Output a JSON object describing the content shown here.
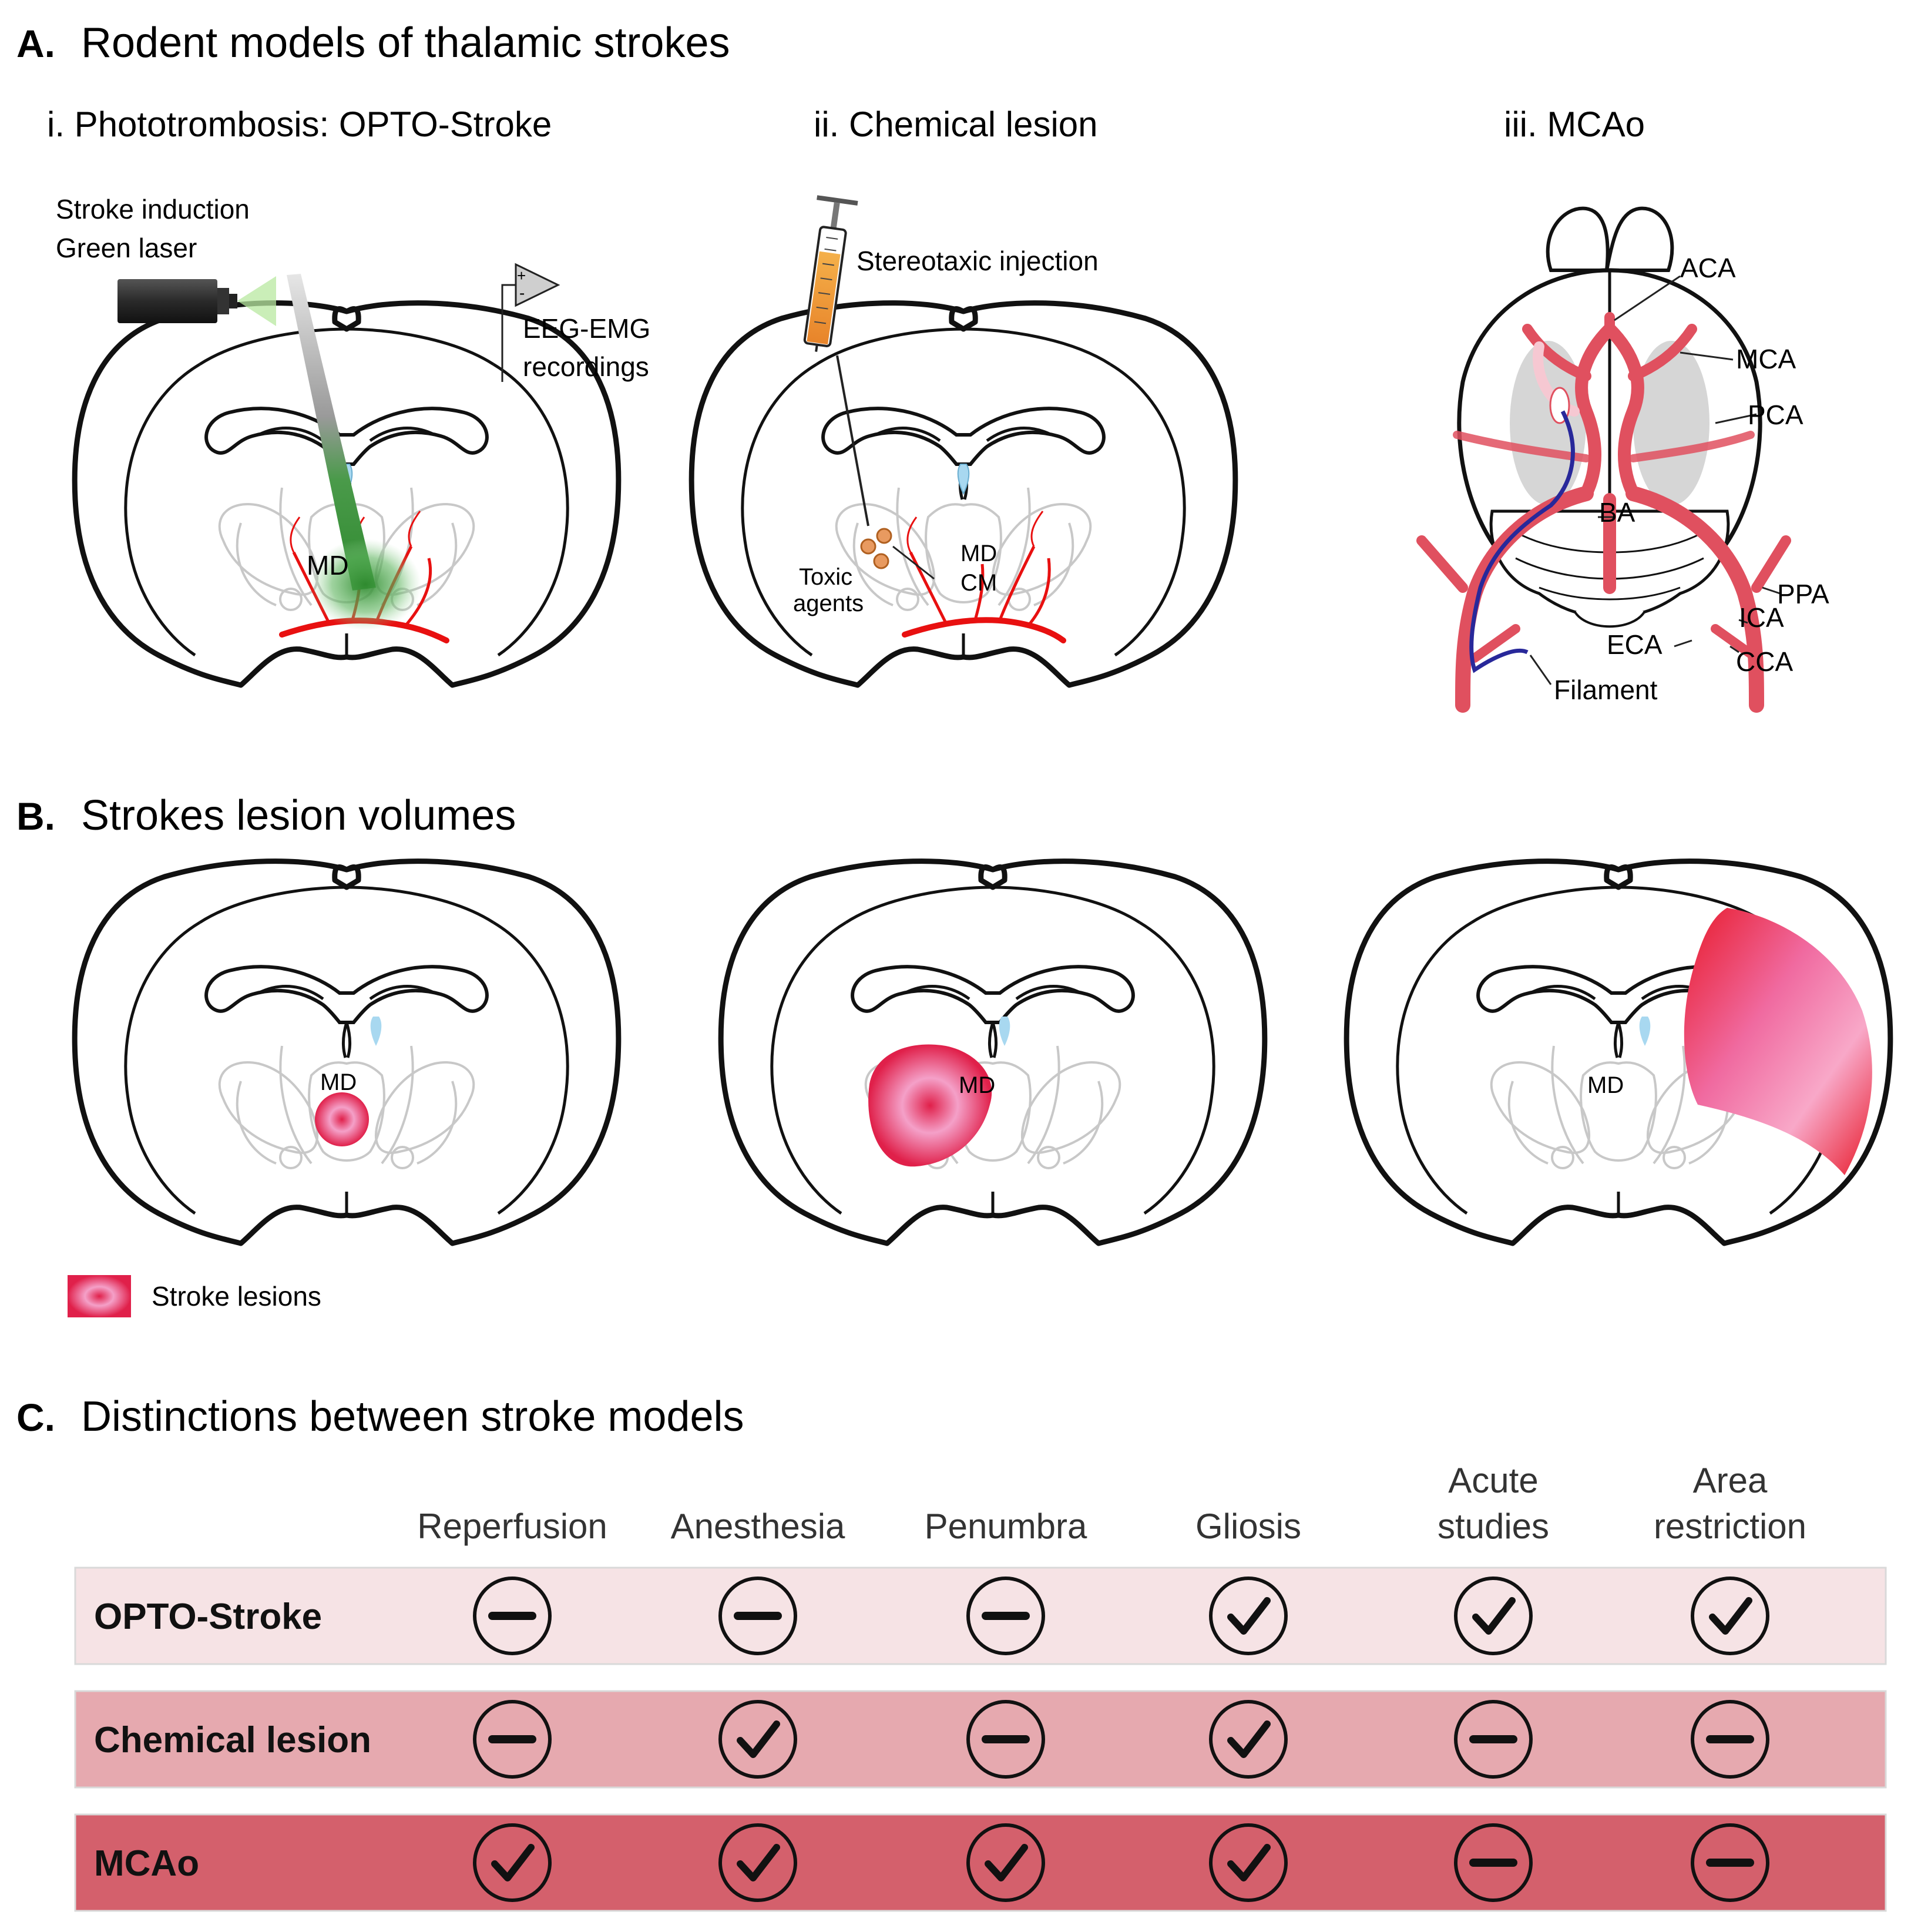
{
  "section_a": {
    "letter": "A.",
    "title": "Rodent models of thalamic strokes",
    "panels": [
      {
        "title": "i. Phototrombosis: OPTO-Stroke"
      },
      {
        "title": "ii. Chemical lesion"
      },
      {
        "title": "iii. MCAo"
      }
    ],
    "opto": {
      "laser_line1": "Stroke induction",
      "laser_line2": "Green laser",
      "rec_line1": "EEG-EMG",
      "rec_line2": "recordings",
      "md": "MD",
      "plus": "+",
      "minus": "-"
    },
    "chem": {
      "injection": "Stereotaxic injection",
      "toxic1": "Toxic",
      "toxic2": "agents",
      "md": "MD",
      "cm": "CM"
    },
    "mcao": {
      "aca": "ACA",
      "mca": "MCA",
      "pca": "PCA",
      "ba": "BA",
      "ppa": "PPA",
      "ica": "ICA",
      "eca": "ECA",
      "cca": "CCA",
      "filament": "Filament"
    }
  },
  "section_b": {
    "letter": "B.",
    "title": "Strokes lesion volumes",
    "md_labels": [
      "MD",
      "MD",
      "MD"
    ],
    "legend": "Stroke lesions"
  },
  "section_c": {
    "letter": "C.",
    "title": "Distinctions between stroke models",
    "columns": [
      {
        "line1": "",
        "line2": "Reperfusion"
      },
      {
        "line1": "",
        "line2": "Anesthesia"
      },
      {
        "line1": "",
        "line2": "Penumbra"
      },
      {
        "line1": "",
        "line2": "Gliosis"
      },
      {
        "line1": "Acute",
        "line2": "studies"
      },
      {
        "line1": "Area",
        "line2": "restriction"
      }
    ],
    "rows": [
      {
        "label": "OPTO-Stroke",
        "color": "#f6e3e5",
        "values": [
          "dash",
          "dash",
          "dash",
          "check",
          "check",
          "check"
        ]
      },
      {
        "label": "Chemical lesion",
        "color": "#e6a9af",
        "values": [
          "dash",
          "check",
          "dash",
          "check",
          "dash",
          "dash"
        ]
      },
      {
        "label": "MCAo",
        "color": "#d4606c",
        "values": [
          "check",
          "check",
          "check",
          "check",
          "dash",
          "dash"
        ]
      }
    ]
  },
  "colors": {
    "artery": "#e0505f",
    "vessel_red": "#e81010",
    "filament": "#28289a",
    "laser_beam": "#3c9a3c",
    "ventricle": "#a8d8f0",
    "lesion_core": "#e0204a",
    "lesion_halo": "#f4a0c8"
  }
}
